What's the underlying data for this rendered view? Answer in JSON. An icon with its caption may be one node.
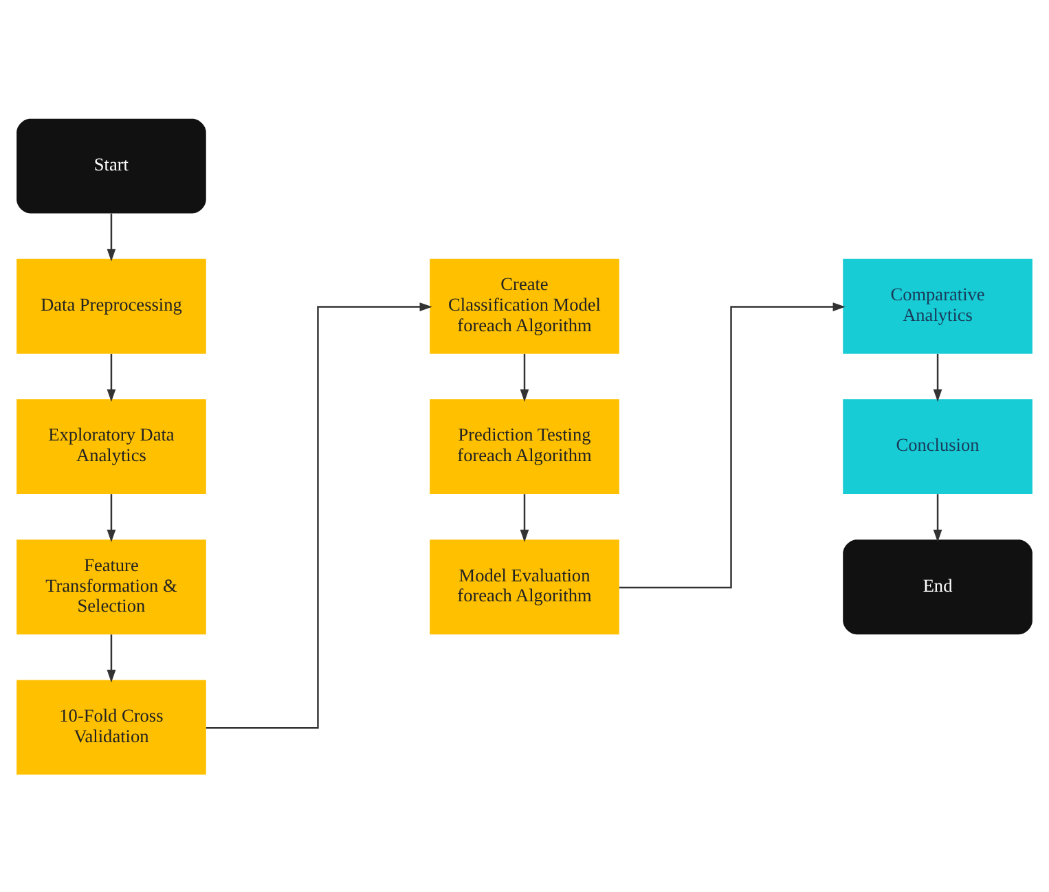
{
  "diagram": {
    "nodes": [
      {
        "text": [
          "Start"
        ]
      },
      {
        "text": [
          "Data Preprocessing"
        ]
      },
      {
        "text": [
          "Exploratory Data Analytics"
        ]
      },
      {
        "text": [
          "Feature Transformation & Selection"
        ]
      },
      {
        "text": [
          "10-Fold Cross Validation"
        ]
      },
      {
        "text": [
          "Create Classification Model foreach Algorithm"
        ]
      },
      {
        "text": [
          "Prediction Testing foreach Algorithm"
        ]
      },
      {
        "text": [
          "Model Evaluation foreach Algorithm"
        ]
      },
      {
        "text": [
          "Comparative Analytics"
        ]
      },
      {
        "text": [
          "Conclusion"
        ]
      },
      {
        "text": [
          "End"
        ]
      }
    ],
    "edges": [
      {
        "from": 0,
        "to": 1,
        "arrow": "to"
      },
      {
        "from": 1,
        "to": 2,
        "arrow": "to"
      },
      {
        "from": 2,
        "to": 3,
        "arrow": "to"
      },
      {
        "from": 3,
        "to": 4,
        "arrow": "to"
      },
      {
        "from": 4,
        "to": 5,
        "arrow": "to"
      },
      {
        "from": 5,
        "to": 6,
        "arrow": "to"
      },
      {
        "from": 6,
        "to": 7,
        "arrow": "to"
      },
      {
        "from": 7,
        "to": 8,
        "arrow": "to"
      },
      {
        "from": 8,
        "to": 9,
        "arrow": "to"
      },
      {
        "from": 9,
        "to": 10,
        "arrow": "to"
      }
    ]
  }
}
